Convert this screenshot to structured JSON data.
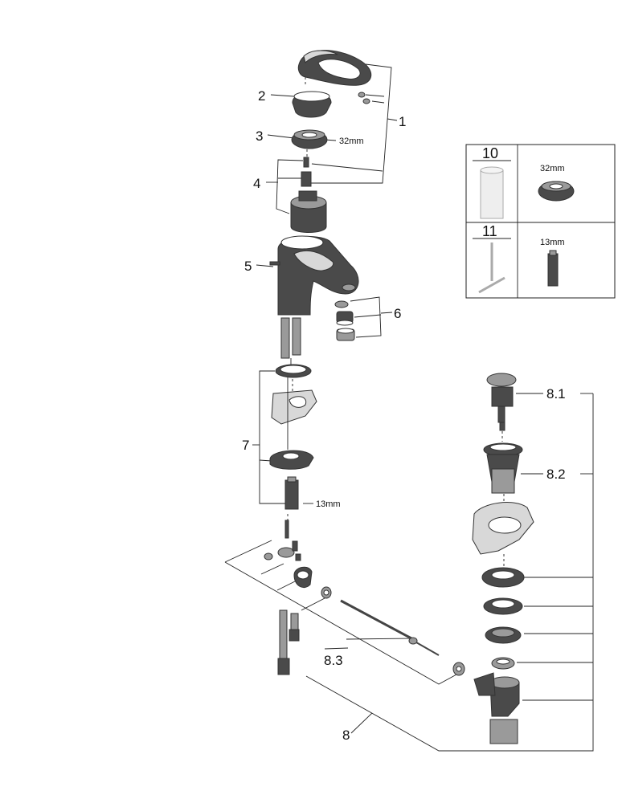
{
  "callouts": {
    "c1": "1",
    "c2": "2",
    "c3": "3",
    "c4": "4",
    "c5": "5",
    "c6": "6",
    "c7": "7",
    "c8": "8",
    "c8_1": "8.1",
    "c8_2": "8.2",
    "c8_3": "8.3"
  },
  "dimensions": {
    "d3": "32mm",
    "d7": "13mm"
  },
  "tool_table": {
    "r10_number": "10",
    "r10_size": "32mm",
    "r11_number": "11",
    "r11_size": "13mm"
  }
}
